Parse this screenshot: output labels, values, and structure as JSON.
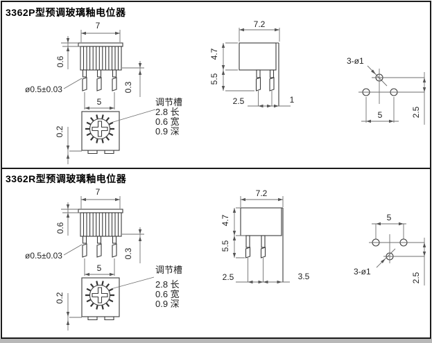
{
  "sections": [
    {
      "title": "3362P型预调玻璃釉电位器",
      "front_view": {
        "body_width": "7",
        "cap_height": "0.6",
        "pin_dia": "ø0.5±0.03",
        "pin_offset": "0.3",
        "pin_spacing": "5"
      },
      "bottom_view": {
        "standoff": "0.2"
      },
      "slot_note": {
        "note_title": "调节槽",
        "dim_length": "2.8 长",
        "dim_width": "0.6 宽",
        "dim_depth": "0.9 深"
      },
      "side_view": {
        "body_width": "7.2",
        "body_height": "4.7",
        "pin_length": "5.5",
        "pin_spacing": "2.5",
        "edge_offset": "1"
      },
      "footprint": {
        "holes": "3-ø1",
        "spacing_h": "5",
        "spacing_v": "2.5"
      }
    },
    {
      "title": "3362R型预调玻璃釉电位器",
      "front_view": {
        "body_width": "7",
        "cap_height": "0.6",
        "pin_dia": "ø0.5±0.03",
        "pin_offset": "0.3",
        "pin_spacing": "5"
      },
      "bottom_view": {
        "standoff": "0.2"
      },
      "slot_note": {
        "note_title": "调节槽",
        "dim_length": "2.8 长",
        "dim_width": "0.6 宽",
        "dim_depth": "0.9 深"
      },
      "side_view": {
        "body_width": "7.2",
        "body_height": "4.7",
        "pin_length": "5.5",
        "pin_spacing": "2.5",
        "edge_offset": "3.5"
      },
      "footprint": {
        "holes": "3-ø1",
        "spacing_h": "5",
        "spacing_v": "2.5"
      }
    }
  ]
}
